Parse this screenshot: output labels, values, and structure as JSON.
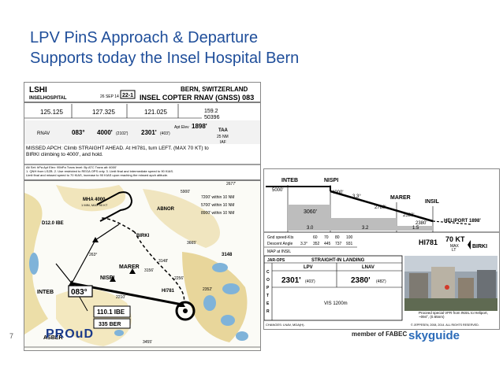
{
  "slide": {
    "title_line1": "LPV PinS Approach & Departure",
    "title_line2": "Supports today the Insel Hospital Bern",
    "slide_number": "7",
    "member_text": "member of FABEC",
    "skyguide_text": "skyguide",
    "proud_text": "PROuD"
  },
  "plate_header": {
    "heliport_code": "LSHI",
    "heliport_name": "INSELHOSPITAL",
    "date": "26 SEP 14",
    "page_id": "22-1",
    "city": "BERN, SWITZERLAND",
    "procedure": "INSEL COPTER RNAV (GNSS) 083",
    "freq_atis": "125.125",
    "freq_approach": "127.325",
    "freq_tower": "121.025",
    "channel": "159.2",
    "channel_id": "50396",
    "final_course": "083°",
    "procedure_alt": "4000'",
    "procedure_alt_sub": "(2102')",
    "lpv_mda": "2301'",
    "lpv_mda_sub": "(403')",
    "apt_elev": "1898'",
    "taa": "TAA",
    "taa_nm": "25 NM",
    "taa_iaf": "IAF",
    "missed_approach": "MISSED APCH: Climb STRAIGHT AHEAD. At HI781, turn LEFT. (MAX 70 KT) to BIRKI climbing to 4000', and hold.",
    "notes": "Alt Set: hPa   Apt Elev: 95hPa   Trans level: By ATC   Trans alt: 6000'",
    "note_line2": "1. QNH from LSZB. 2. Use restricted to REGA OPS only. 3. Limit final and intermediate speed to 90 KIAS.",
    "note_line3": "Limit final and missed speed to 70 KIAS, increase to 90 KIAS upon reaching the missed apch altitude."
  },
  "plan_view": {
    "msa": "MHA 4000",
    "msa_note": "1 MIN, MAX 90 KT",
    "fixes": [
      "D12.0 IBE",
      "BIRKI",
      "MARER",
      "NISPI",
      "INTEB",
      "ASBER",
      "ABNOR",
      "HI781"
    ],
    "course": "083°",
    "heading_text": "263°",
    "altitudes": [
      "7200' within 10 NM",
      "5700' within 10 NM",
      "8900' within 10 NM"
    ],
    "spot_heights": [
      "2677'",
      "5900'",
      "3665'",
      "3148'",
      "3156'",
      "2256'",
      "2352'",
      "3455'",
      "2210'"
    ],
    "navaid_freq": "110.1 IBE",
    "ndb": "335 BER",
    "sector_alt": "3148"
  },
  "profile_view": {
    "fixes": [
      "INTEB",
      "NISPI",
      "MARER",
      "INSIL"
    ],
    "alt_inteb": "5000'",
    "alt_nispi": "4000'",
    "alt_marer": "3060'",
    "alt_2780": "2780'",
    "alt_2530": "2530'",
    "alt_2380": "2380'",
    "glide": "3.3°",
    "dist": [
      "3.0",
      "3.2",
      "1.5"
    ],
    "heliport": "HELIPORT 1898'",
    "gs_label": "Gnd speed-Kts",
    "gs_values": [
      "60",
      "70",
      "80",
      "100"
    ],
    "descent_label": "Descent Angle",
    "descent_values": [
      "3.3°",
      "352",
      "445",
      "737",
      "931"
    ],
    "map_label": "MAP at INSIL",
    "hi781": "HI781",
    "speed": "70 KT",
    "speed_sub": "MAX",
    "lt": "LT",
    "birki": "BIRKI",
    "minima_title": "STRAIGHT-IN LANDING",
    "lpv_label": "LPV",
    "lnav_label": "LNAV",
    "lpv_mda": "2301'",
    "lpv_mda_sub": "(403')",
    "lnav_mda": "2380'",
    "lnav_mda_sub": "(482')",
    "copter": "COPTER",
    "vis": "VIS 1200m",
    "jar_ops": "JAR-OPS",
    "changes": "CHANGES: LNAV, MDA(H).",
    "copyright": "© JEPPESEN, 2008, 2014. ALL RIGHTS RESERVED.",
    "proceed_note": "Proceed special VFR from INSIL to Heliport, ~094°, (0.65nm)"
  }
}
